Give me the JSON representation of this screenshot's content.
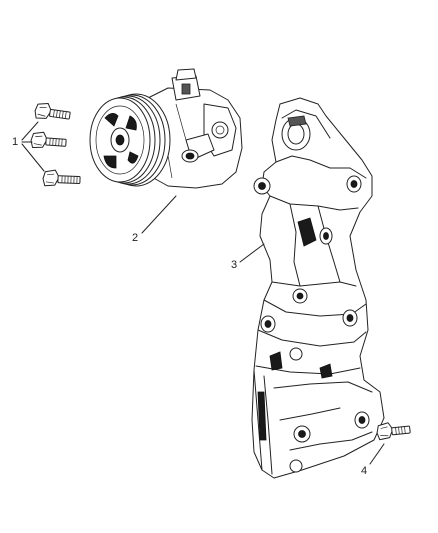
{
  "diagram": {
    "callouts": [
      {
        "number": "1",
        "part": "bolt-set"
      },
      {
        "number": "2",
        "part": "power-steering-pump"
      },
      {
        "number": "3",
        "part": "mounting-bracket"
      },
      {
        "number": "4",
        "part": "bolt"
      }
    ]
  }
}
